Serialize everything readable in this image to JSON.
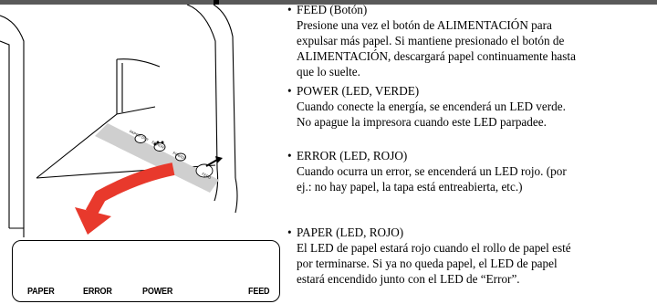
{
  "illustration": {
    "panel_labels": {
      "paper": "PAPER",
      "error": "ERROR",
      "power": "POWER",
      "feed": "FEED"
    },
    "printer_labels": {
      "paper_out": "PAPER OUT",
      "error": "ERROR",
      "power": "POWER",
      "feed": "FEED"
    }
  },
  "items": [
    {
      "title": "FEED (Botón)",
      "description": "Presione una vez el botón de ALIMENTACIÓN para\nexpulsar más papel.  Si mantiene presionado el botón de\nALIMENTACIÓN, descargará papel continuamente hasta\nque lo suelte."
    },
    {
      "title": "POWER (LED, VERDE)",
      "description": "Cuando conecte la energía, se encenderá un LED verde.\nNo apague la impresora cuando este LED parpadee."
    },
    {
      "title": "ERROR (LED, ROJO)",
      "description": "Cuando ocurra un error, se encenderá un LED rojo. (por\nej.: no hay papel, la tapa está entreabierta, etc.)"
    },
    {
      "title": "PAPER (LED, ROJO)",
      "description": "El LED de papel estará rojo cuando el rollo de papel esté\npor terminarse. Si ya no queda papel, el LED de papel\nestará encendido junto con el LED de “Error”."
    }
  ],
  "bullet": "•",
  "colors": {
    "arrow": "#e8392c",
    "feed_button": "#6f6f6f",
    "label_strip": "#cfcfcf"
  }
}
